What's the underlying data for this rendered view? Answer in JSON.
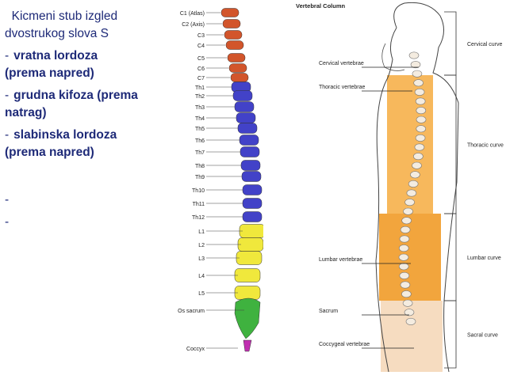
{
  "slide": {
    "heading_line1": "  Kicmeni stub izgled",
    "heading_line2": "dvostrukog slova S",
    "bullets": [
      {
        "dash": "-",
        "text_a": "vratna lordoza",
        "text_b": "(prema napred)"
      },
      {
        "dash": "-",
        "text_a": "grudna kifoza (prema",
        "text_b": "natrag)"
      },
      {
        "dash": "-",
        "text_a": "slabinska lordoza",
        "text_b": "(prema napred)"
      }
    ],
    "empty_dashes": [
      "-",
      "-"
    ]
  },
  "left_figure": {
    "labels": [
      "C1 (Atlas)",
      "C2 (Axis)",
      "C3",
      "C4",
      "C5",
      "C6",
      "C7",
      "Th1",
      "Th2",
      "Th3",
      "Th4",
      "Th5",
      "Th6",
      "Th7",
      "Th8",
      "Th9",
      "Th10",
      "Th11",
      "Th12",
      "L1",
      "L2",
      "L3",
      "L4",
      "L5",
      "Os sacrum",
      "Coccyx"
    ],
    "colors": {
      "cervical": "#d2552b",
      "thoracic": "#4242c8",
      "lumbar": "#f0e83c",
      "sacrum": "#3fb23f",
      "coccyx": "#c02fb0"
    }
  },
  "right_figure": {
    "title": "Vertebral Column",
    "left_labels": [
      "Cervical vertebrae",
      "Thoracic vertebrae",
      "Lumbar vertebrae",
      "Sacrum",
      "Coccygeal vertebrae"
    ],
    "right_labels": [
      "Cervical curve",
      "Thoracic curve",
      "Lumbar curve",
      "Sacral curve"
    ],
    "colors": {
      "body": "#f7b85c",
      "band": "#f2a53d",
      "sacral": "#f6dcc0"
    }
  }
}
